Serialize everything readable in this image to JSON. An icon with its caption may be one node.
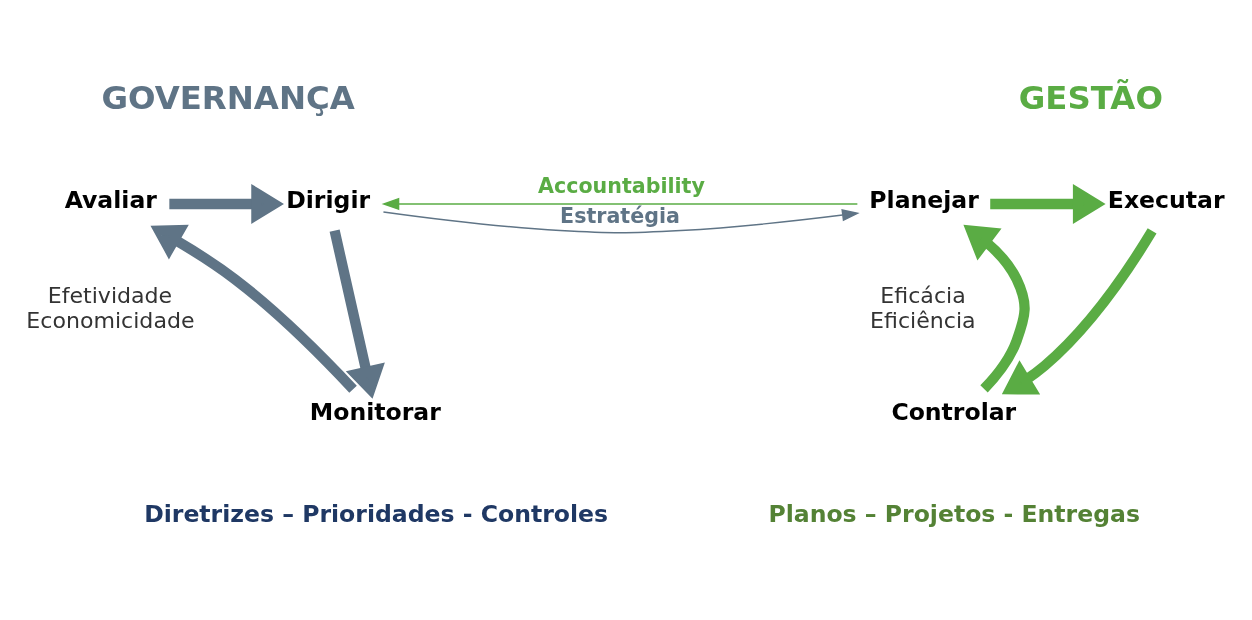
{
  "diagram": {
    "nodes": [
      {
        "text": [
          "Avaliar"
        ]
      },
      {
        "text": [
          "Dirigir"
        ]
      },
      {
        "text": [
          "Monitorar"
        ]
      },
      {
        "text": [
          "Planejar"
        ]
      },
      {
        "text": [
          "Executar"
        ]
      },
      {
        "text": [
          "Controlar"
        ]
      }
    ],
    "edges": [
      {
        "from": 0,
        "to": 1,
        "arrow": "to",
        "color": "#5f7486"
      },
      {
        "from": 1,
        "to": 2,
        "arrow": "to",
        "color": "#5f7486"
      },
      {
        "from": 2,
        "to": 0,
        "arrow": "to",
        "color": "#5f7486"
      },
      {
        "from": 1,
        "to": 3,
        "arrow": "to",
        "label": "Estratégia",
        "color": "#5f7486"
      },
      {
        "from": 3,
        "to": 1,
        "arrow": "to",
        "label": "Accountability",
        "color": "#5aac44"
      },
      {
        "from": 3,
        "to": 4,
        "arrow": "to",
        "color": "#5aac44"
      },
      {
        "from": 4,
        "to": 5,
        "arrow": "to",
        "color": "#5aac44"
      },
      {
        "from": 5,
        "to": 3,
        "arrow": "to",
        "color": "#5aac44"
      }
    ],
    "labels": [
      "GOVERNANÇA",
      "GESTÃO",
      "Efetividade Economicidade",
      "Eficácia Eficiência",
      "Diretrizes – Prioridades - Controles",
      "Planos – Projetos - Entregas"
    ]
  }
}
